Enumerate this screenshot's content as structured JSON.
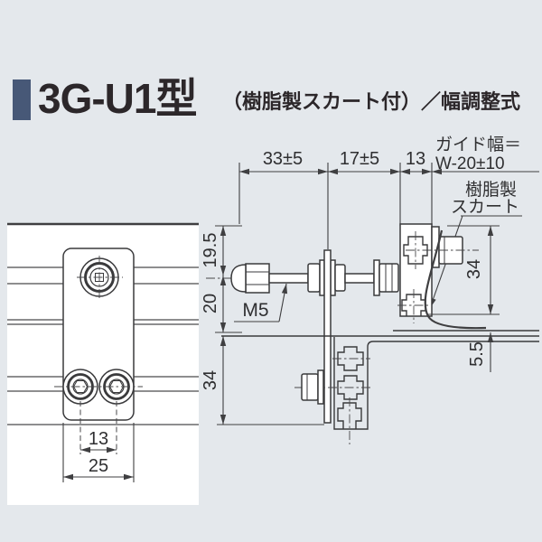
{
  "header": {
    "title": "3G-U1型",
    "subtitle": "（樹脂製スカート付）／幅調整式",
    "accent_color": "#475877"
  },
  "palette": {
    "background": "#e4e8ec",
    "paper": "#ffffff",
    "line": "#3a3a3c",
    "text": "#2c272a"
  },
  "front_view": {
    "dim_hole_pitch": "13",
    "dim_bracket_width": "25"
  },
  "section_view": {
    "dim_top_left": "33±5",
    "dim_top_mid": "17±5",
    "dim_top_small": "13",
    "guide_width_label_1": "ガイド幅＝",
    "guide_width_label_2": "W-20±10",
    "skirt_label_1": "樹脂製",
    "skirt_label_2": "スカート",
    "dim_height_top": "19.5",
    "dim_height_mid": "20",
    "dim_height_bottom": "34",
    "dim_bracket_height": "34",
    "dim_gap": "5.5",
    "bolt_size_label": "M5"
  }
}
